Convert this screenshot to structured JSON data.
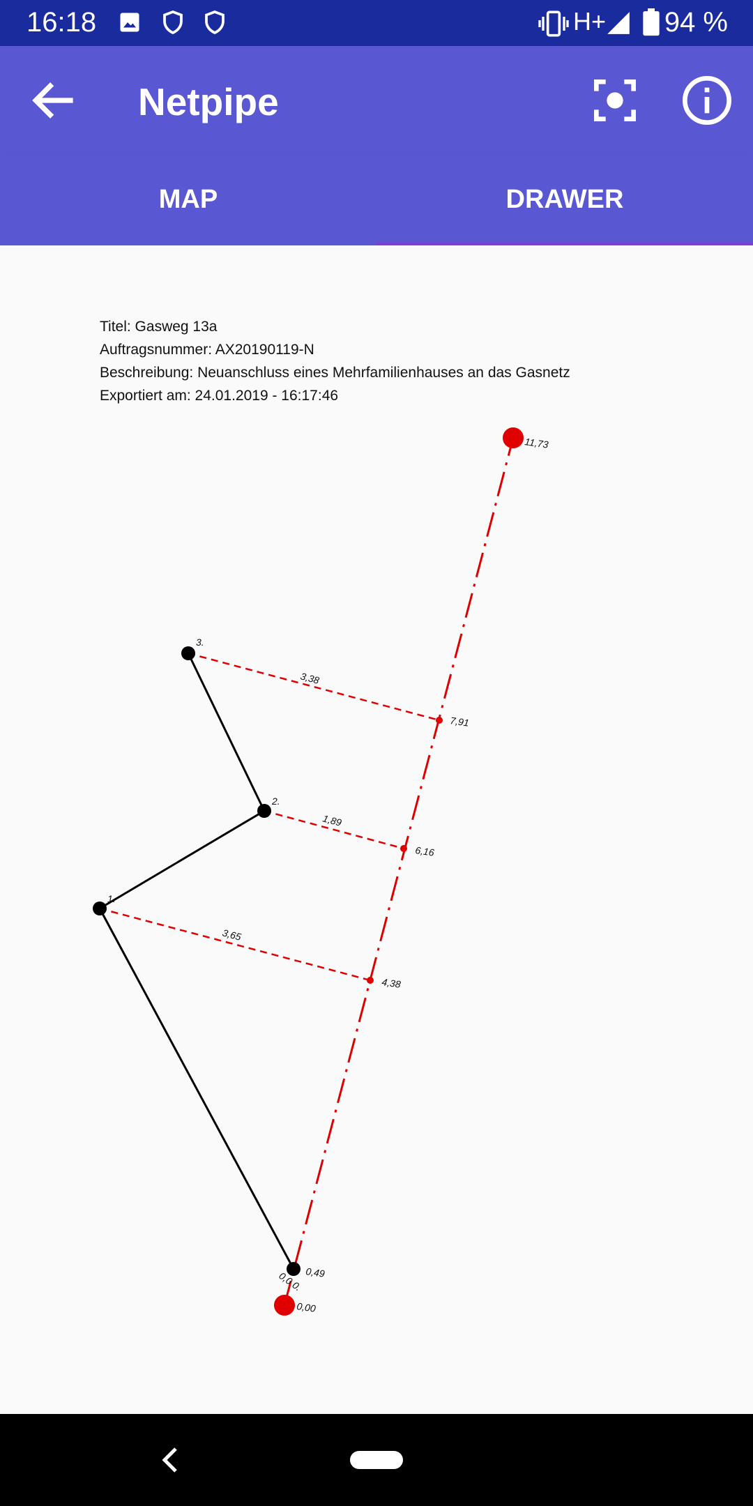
{
  "status_bar": {
    "time": "16:18",
    "network": "H+",
    "battery": "94 %",
    "icons": [
      "image-icon",
      "shield-icon",
      "shield-icon",
      "vibrate-icon",
      "signal-icon",
      "battery-icon"
    ]
  },
  "app_bar": {
    "title": "Netpipe",
    "back_icon": "arrow-left-icon",
    "actions": [
      "focus-capture-icon",
      "info-icon"
    ]
  },
  "tabs": [
    {
      "label": "MAP",
      "selected": false
    },
    {
      "label": "DRAWER",
      "selected": true
    }
  ],
  "document": {
    "title_line": "Titel: Gasweg 13a",
    "order_line": "Auftragsnummer: AX20190119-N",
    "description_line": "Beschreibung: Neuanschluss eines Mehrfamilienhauses an das Gasnetz",
    "exported_line": "Exportiert am: 24.01.2019 - 16:17:46"
  },
  "drawing": {
    "colors": {
      "line": "#000000",
      "measure": "#e00000"
    },
    "baseline_labels": [
      "11,73",
      "7,91",
      "6,16",
      "4,38",
      "0,49",
      "0,00"
    ],
    "offset_labels": [
      "3,38",
      "1,89",
      "3,65"
    ],
    "point_labels": [
      "1.",
      "2.",
      "3.",
      "0,0 0."
    ]
  },
  "nav_bar": {
    "back_icon": "nav-back-icon",
    "home_icon": "nav-home-pill"
  }
}
